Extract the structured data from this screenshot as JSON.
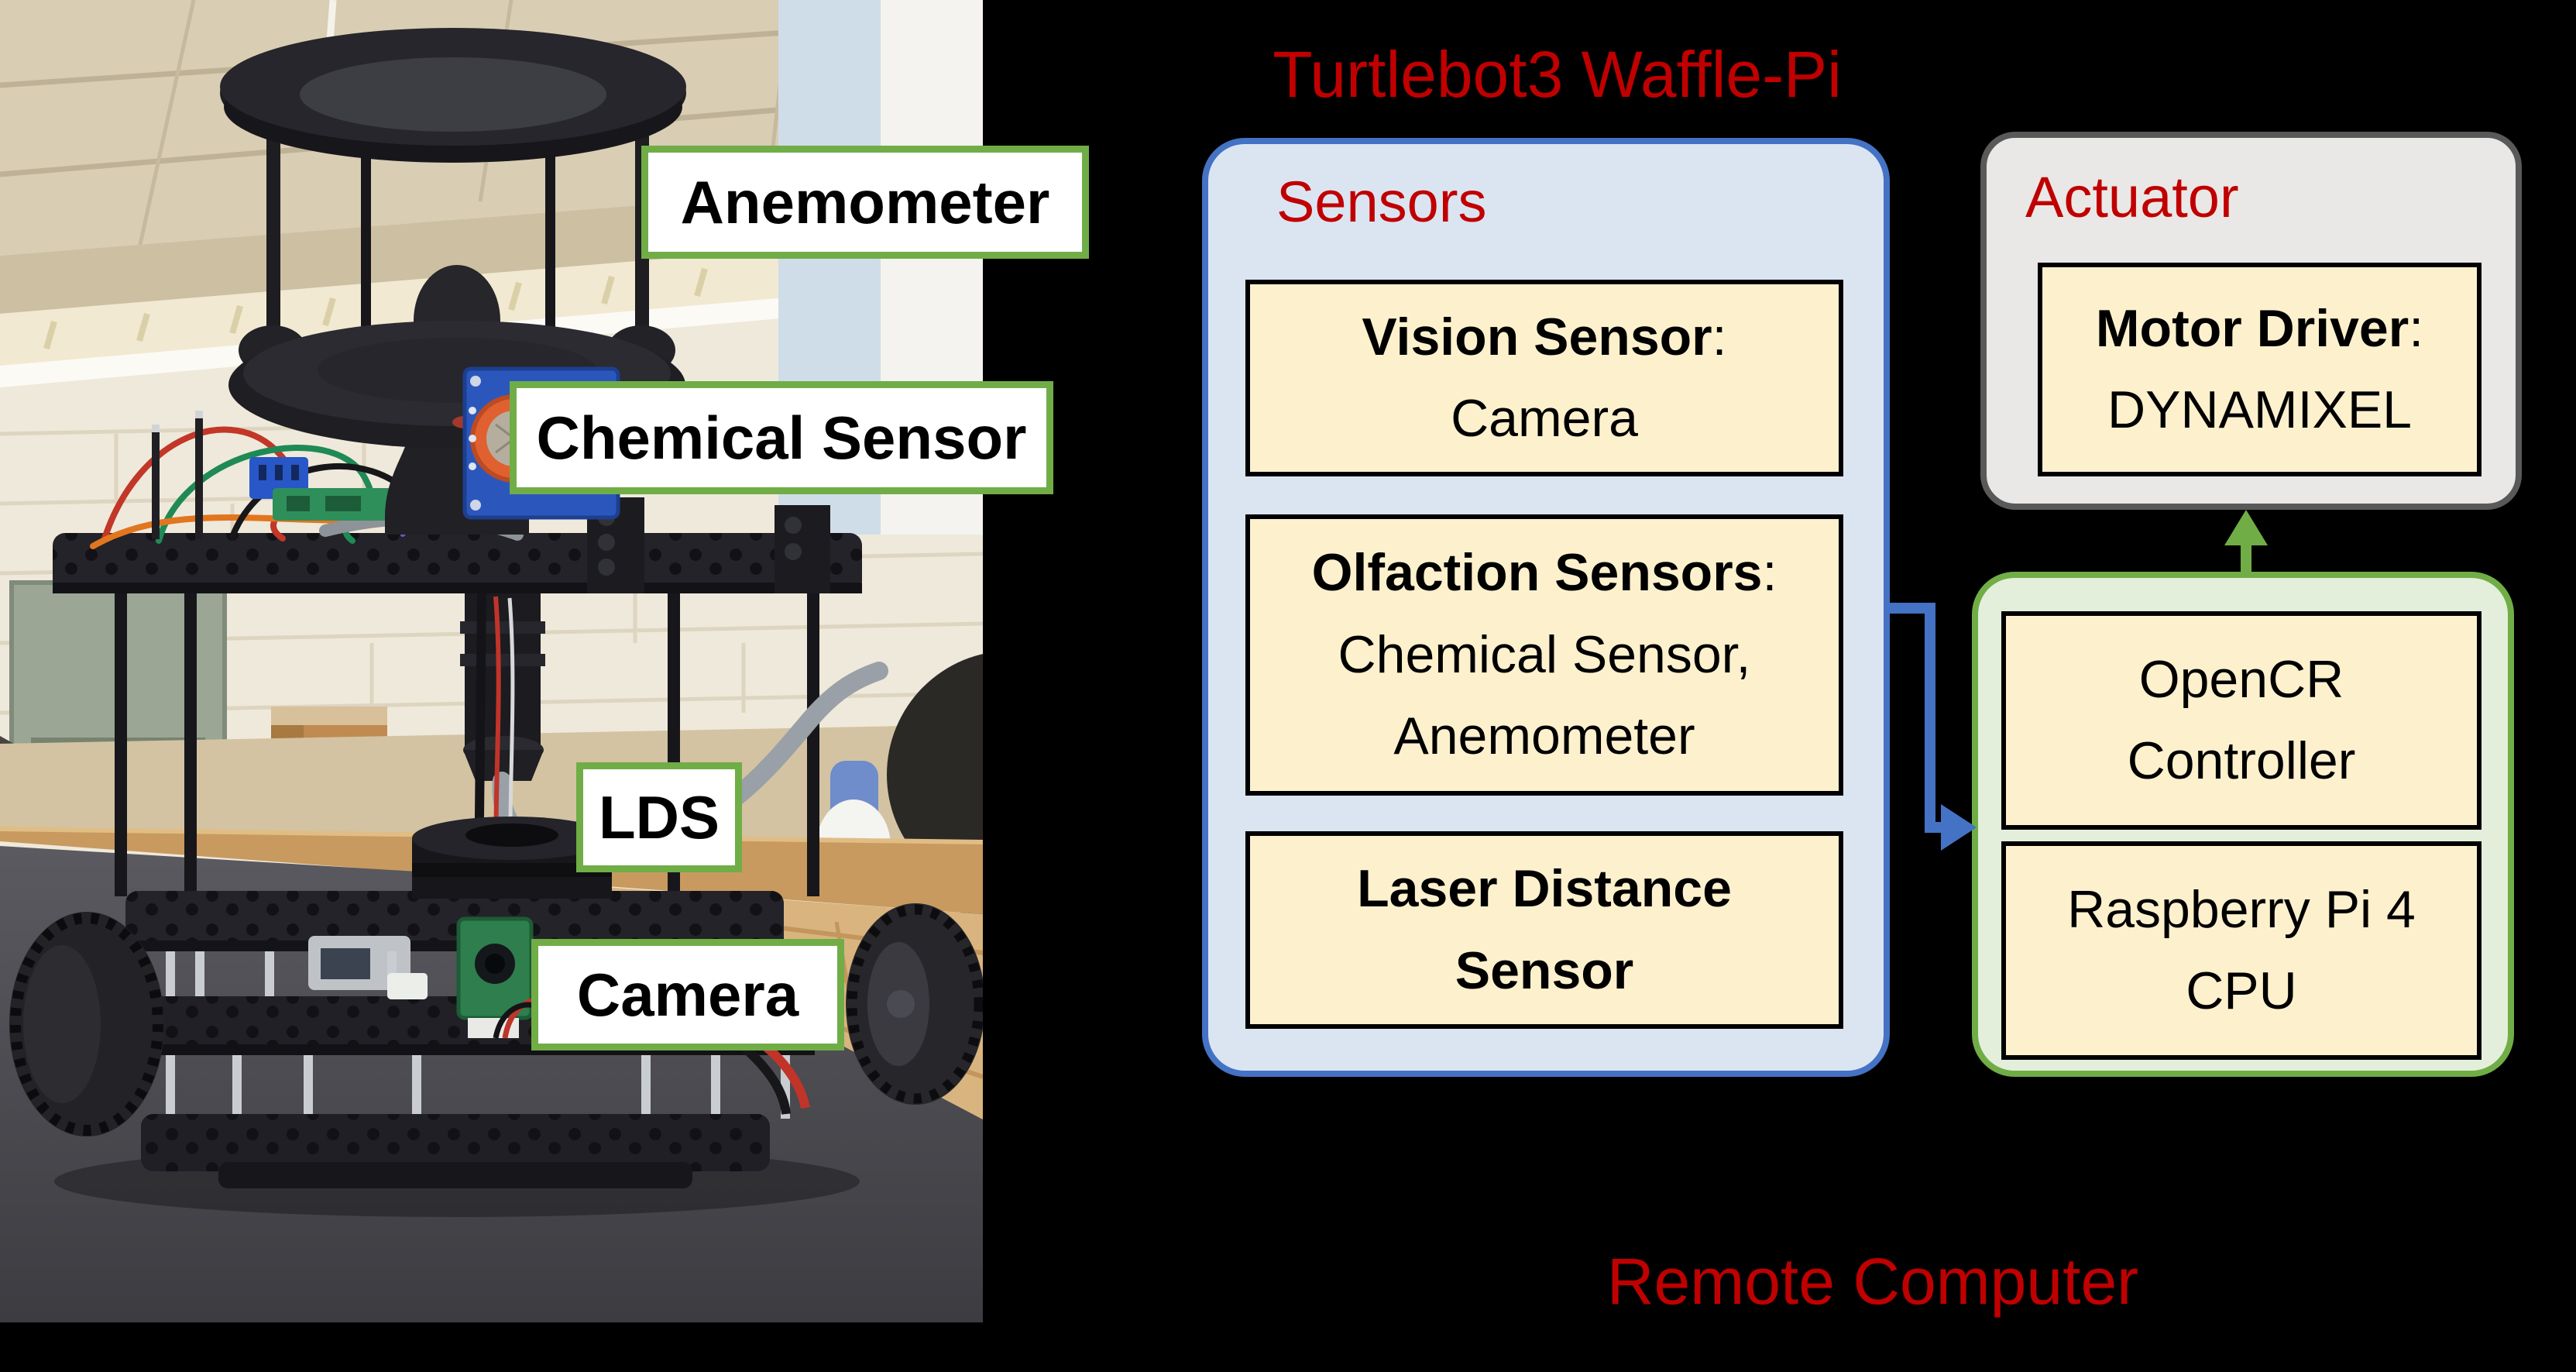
{
  "figure": {
    "title": "Turtlebot3 Waffle-Pi",
    "footer": "Remote Computer"
  },
  "photo": {
    "labels": {
      "anemometer": "Anemometer",
      "chemical_sensor": "Chemical Sensor",
      "lds": "LDS",
      "camera": "Camera"
    }
  },
  "sensors": {
    "heading": "Sensors",
    "vision": {
      "name": "Vision Sensor",
      "colon": ":",
      "detail": "Camera"
    },
    "olfaction": {
      "name": "Olfaction Sensors",
      "colon": ":",
      "detail_line1": "Chemical Sensor,",
      "detail_line2": "Anemometer"
    },
    "laser": {
      "line1": "Laser Distance",
      "line2": "Sensor"
    }
  },
  "actuator": {
    "heading": "Actuator",
    "motor": {
      "name": "Motor Driver",
      "colon": ":",
      "detail": "DYNAMIXEL"
    }
  },
  "controller": {
    "opencr_line1": "OpenCR",
    "opencr_line2": "Controller",
    "raspi_line1": "Raspberry Pi 4",
    "raspi_line2": "CPU"
  },
  "colors": {
    "heading_red": "#c00000",
    "sensors_fill": "#dbe5f2",
    "sensors_border": "#4472c4",
    "box_fill": "#fdf1cd",
    "actuator_fill": "#e9e8e6",
    "actuator_border": "#595959",
    "controller_fill": "#e3efdb",
    "controller_border": "#70ad47",
    "label_border_green": "#70ad47",
    "arrow_blue": "#4472c4",
    "arrow_green": "#70ad47"
  }
}
